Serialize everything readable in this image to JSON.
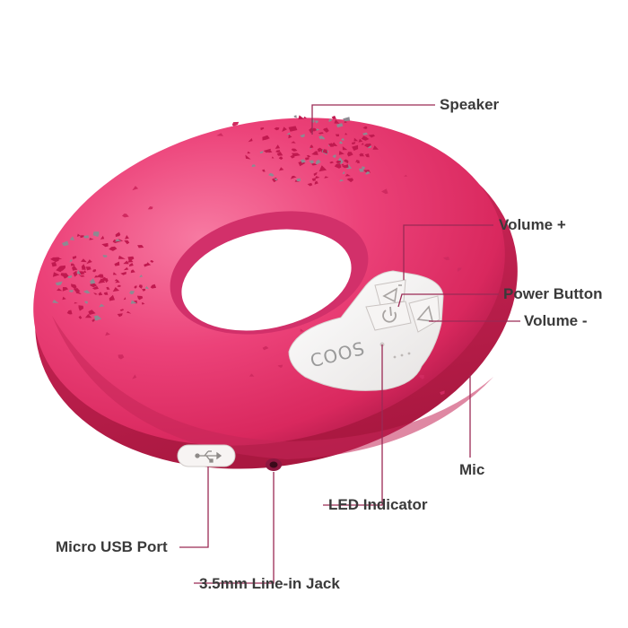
{
  "colors": {
    "body_base": "#e8336e",
    "body_highlight": "#f46b96",
    "body_shadow": "#b41d4e",
    "button_panel": "#f4f2f1",
    "grille": "#c81f55",
    "leader_line": "#9b2a55",
    "label_text": "#3a3a3a"
  },
  "logo": "COOS",
  "labels": {
    "speaker": "Speaker",
    "volume_plus": "Volume +",
    "power_button": "Power Button",
    "volume_minus": "Volume -",
    "mic": "Mic",
    "led_indicator": "LED Indicator",
    "micro_usb_port": "Micro USB Port",
    "line_in_jack": "3.5mm Line-in Jack"
  },
  "icons": {
    "volume_plus": "plus-triangle-icon",
    "power": "power-icon",
    "volume_minus": "minus-triangle-icon",
    "usb": "usb-icon"
  }
}
